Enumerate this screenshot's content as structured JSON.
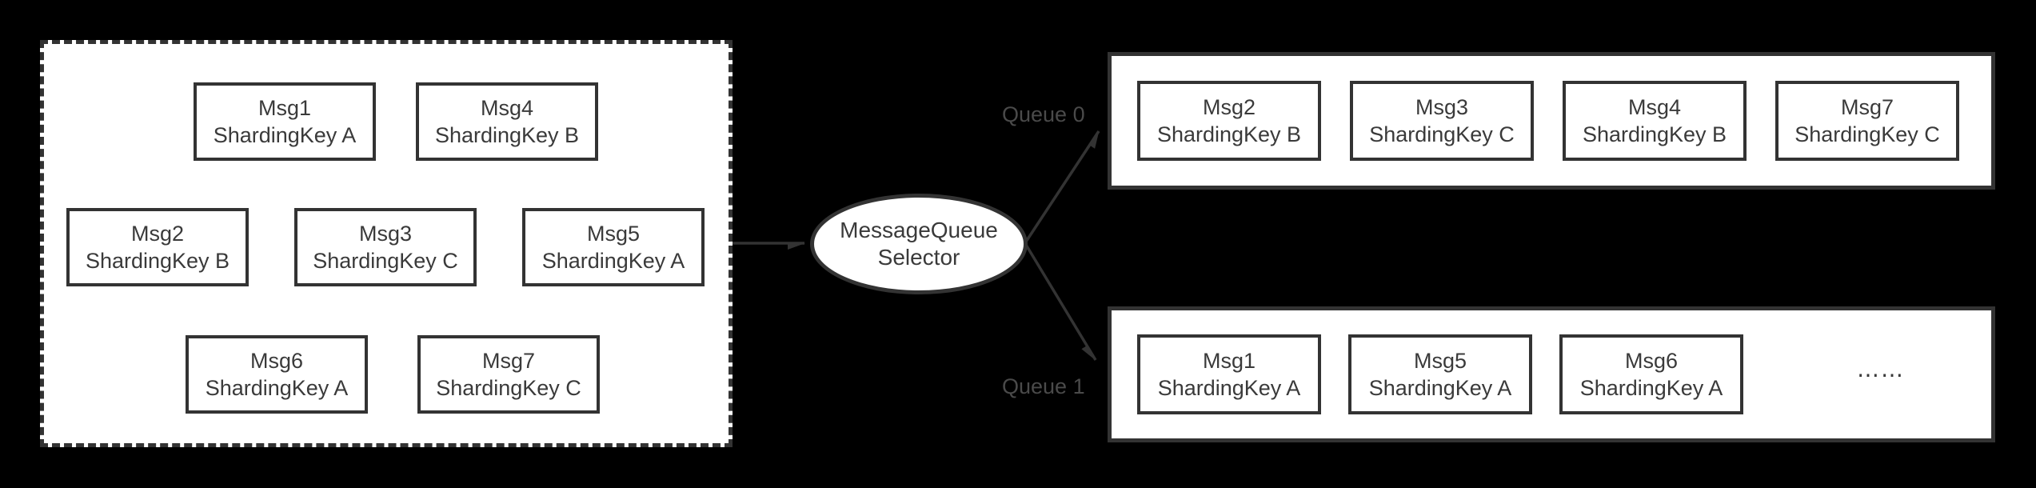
{
  "diagram": {
    "producer": {
      "messages": [
        {
          "id": "Msg1",
          "key": "ShardingKey A"
        },
        {
          "id": "Msg4",
          "key": "ShardingKey B"
        },
        {
          "id": "Msg2",
          "key": "ShardingKey B"
        },
        {
          "id": "Msg3",
          "key": "ShardingKey C"
        },
        {
          "id": "Msg5",
          "key": "ShardingKey A"
        },
        {
          "id": "Msg6",
          "key": "ShardingKey A"
        },
        {
          "id": "Msg7",
          "key": "ShardingKey C"
        }
      ]
    },
    "selector": {
      "line1": "MessageQueue",
      "line2": "Selector"
    },
    "queues": [
      {
        "label": "Queue 0",
        "messages": [
          {
            "id": "Msg2",
            "key": "ShardingKey B"
          },
          {
            "id": "Msg3",
            "key": "ShardingKey C"
          },
          {
            "id": "Msg4",
            "key": "ShardingKey B"
          },
          {
            "id": "Msg7",
            "key": "ShardingKey C"
          }
        ]
      },
      {
        "label": "Queue 1",
        "messages": [
          {
            "id": "Msg1",
            "key": "ShardingKey A"
          },
          {
            "id": "Msg5",
            "key": "ShardingKey A"
          },
          {
            "id": "Msg6",
            "key": "ShardingKey A"
          }
        ],
        "ellipsis": "⋯⋯"
      }
    ],
    "colors": {
      "background": "#000000",
      "panel_fill": "#ffffff",
      "stroke": "#333333",
      "box_text": "#3a3a3a",
      "queue_label_text": "#4a4a4a"
    }
  }
}
